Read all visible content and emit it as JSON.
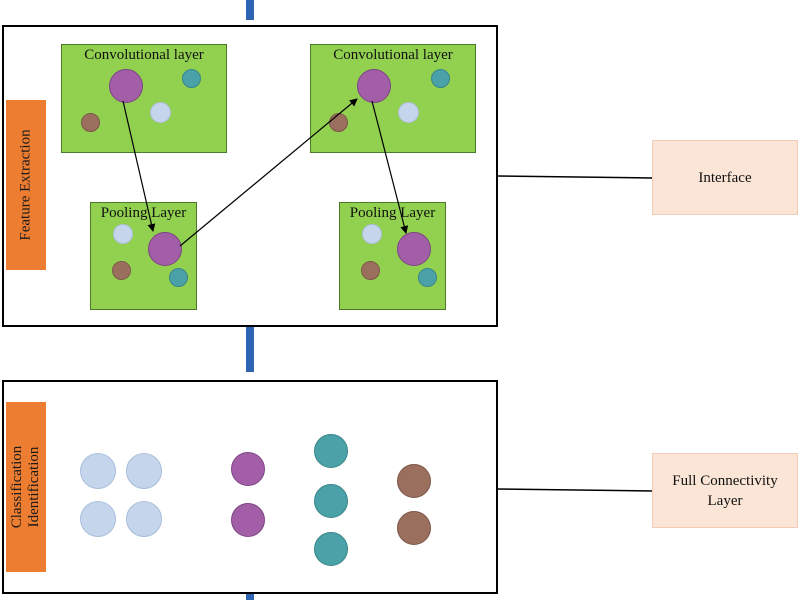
{
  "feature_panel": {
    "side_label": "Feature Extraction",
    "conv_label_left": "Convolutional layer",
    "conv_label_right": "Convolutional layer",
    "pool_label_left": "Pooling Layer",
    "pool_label_right": "Pooling Layer"
  },
  "classification_panel": {
    "side_label_line1": "Classification",
    "side_label_line2": "Identification"
  },
  "callouts": {
    "interface": "Interface",
    "full_connectivity_line1": "Full Connectivity",
    "full_connectivity_line2": "Layer"
  },
  "colors": {
    "tab_orange": "#ed7d31",
    "layer_green": "#92d050",
    "callout_peach": "#fbe5d6",
    "flow_blue": "#2f63b3",
    "node_purple": "#a25fa8",
    "node_teal": "#4ba1a8",
    "node_lightblue": "#c5d5ec",
    "node_brown": "#9a6f5e"
  }
}
